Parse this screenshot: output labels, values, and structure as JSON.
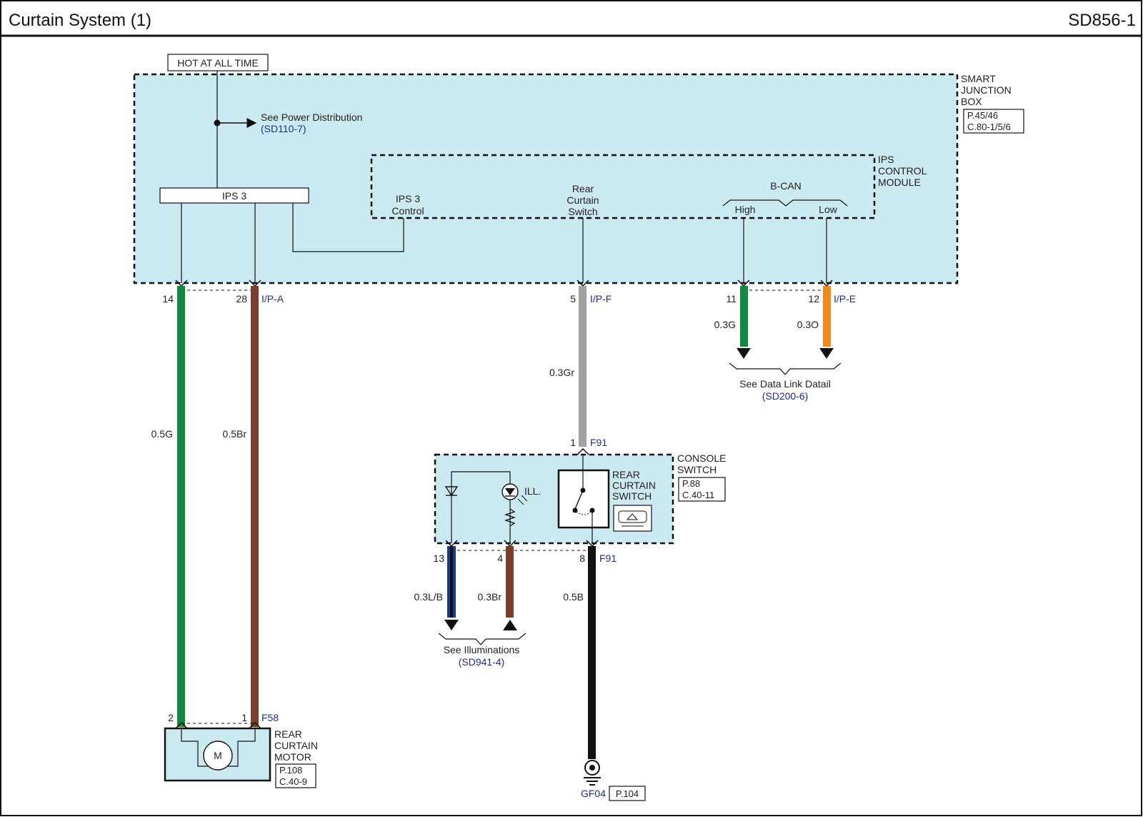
{
  "header": {
    "title": "Curtain System (1)",
    "code": "SD856-1"
  },
  "colors": {
    "box_fill": "#cbe9f0",
    "green": "#0f8a3c",
    "brown": "#7a3f2b",
    "gray": "#a0a0a0",
    "orange": "#f08a1e",
    "blue": "#1f3a8a",
    "black": "#111111",
    "link": "#1f2d8c"
  },
  "power": {
    "hot_label": "HOT AT ALL TIME",
    "see_text": "See Power Distribution",
    "see_ref": "(SD110-7)",
    "fuse_label": "IPS 3"
  },
  "sjb": {
    "name_lines": [
      "SMART",
      "JUNCTION",
      "BOX"
    ],
    "ref_lines": [
      "P.45/46",
      "C.80-1/5/6"
    ]
  },
  "ips": {
    "name_lines": [
      "IPS",
      "CONTROL",
      "MODULE"
    ],
    "ips3_control": [
      "IPS 3",
      "Control"
    ],
    "rear_curtain_switch": [
      "Rear",
      "Curtain",
      "Switch"
    ],
    "bcan": "B-CAN",
    "high": "High",
    "low": "Low"
  },
  "pins_top": [
    {
      "pin": "14",
      "wire": "0.5G"
    },
    {
      "pin": "28",
      "wire": "0.5Br",
      "conn": "I/P-A"
    },
    {
      "pin": "5",
      "wire": "0.3Gr",
      "conn": "I/P-F"
    },
    {
      "pin": "11",
      "wire": "0.3G"
    },
    {
      "pin": "12",
      "wire": "0.3O",
      "conn": "I/P-E"
    }
  ],
  "data_link": {
    "text": "See Data Link Datail",
    "ref": "(SD200-6)"
  },
  "console": {
    "top_pin": "1",
    "top_conn": "F91",
    "name_lines": [
      "CONSOLE",
      "SWITCH"
    ],
    "ref_lines": [
      "P.88",
      "C.40-11"
    ],
    "switch_lines": [
      "REAR",
      "CURTAIN",
      "SWITCH"
    ],
    "ill_label": "ILL.",
    "bottom_pins": [
      {
        "pin": "13",
        "wire": "0.3L/B"
      },
      {
        "pin": "4",
        "wire": "0.3Br"
      },
      {
        "pin": "8",
        "wire": "0.5B",
        "conn": "F91"
      }
    ]
  },
  "illumination": {
    "text": "See Illuminations",
    "ref": "(SD941-4)"
  },
  "motor": {
    "pins": [
      {
        "pin": "2"
      },
      {
        "pin": "1",
        "conn": "F58"
      }
    ],
    "symbol": "M",
    "name_lines": [
      "REAR",
      "CURTAIN",
      "MOTOR"
    ],
    "ref_lines": [
      "P.108",
      "C.40-9"
    ]
  },
  "ground": {
    "label": "GF04",
    "ref": "P.104"
  }
}
